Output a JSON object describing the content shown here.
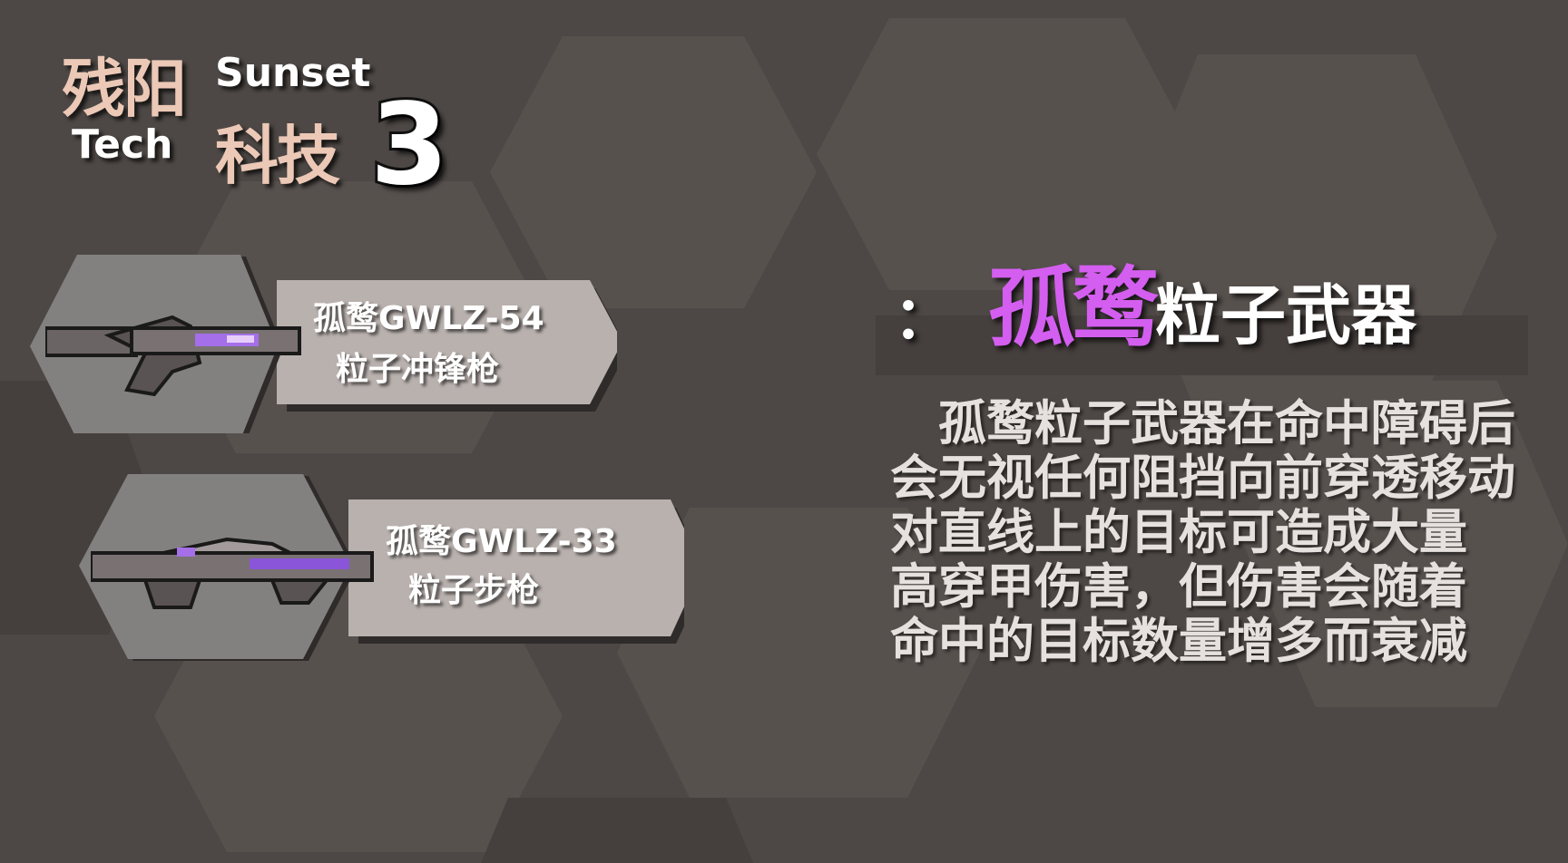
{
  "logo": {
    "cn_top": "残阳",
    "en_top": "Sunset",
    "en_bottom": "Tech",
    "cn_bottom": "科技",
    "number": "3"
  },
  "weapons": [
    {
      "name": "孤鹜GWLZ-54",
      "type": "粒子冲锋枪",
      "icon": "smg-icon"
    },
    {
      "name": "孤鹜GWLZ-33",
      "type": "粒子步枪",
      "icon": "rifle-icon"
    }
  ],
  "heading": {
    "colon": "：",
    "accent": "孤鹜",
    "rest": "粒子武器",
    "accent_color": "#d45ef0"
  },
  "description": [
    "　孤鹜粒子武器在命中障碍后",
    "会无视任何阻挡向前穿透移动",
    "对直线上的目标可造成大量",
    "高穿甲伤害，但伤害会随着",
    "命中的目标数量增多而衰减"
  ]
}
